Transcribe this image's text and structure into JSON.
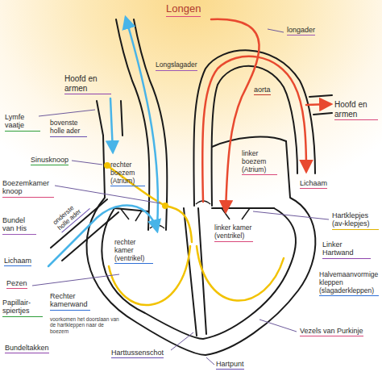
{
  "diagram": {
    "labels": [
      "Longen",
      "longader",
      "Longslagader",
      "Hoofd en armen",
      "aorta",
      "Hoofd en armen",
      "Lymfe vaatje",
      "bovenste holle ader",
      "Sinusknoop",
      "rechter boezem (Atrium)",
      "linker boezem (Atrium)",
      "Lichaam",
      "Boezemkamer knoop",
      "onderste holle ader",
      "Hartklepjes (av-klepjes)",
      "Bundel van His",
      "rechter kamer (ventrikel)",
      "linker kamer (ventrikel)",
      "Linker Hartwand",
      "Lichaam",
      "Pezen",
      "Halvemaanvormige kleppen (slagaderkleppen)",
      "Papillair-spiertjes",
      "Rechter kamerwand",
      "voorkomen het doorslaan van de hartkleppen naar de boezem",
      "Vezels van Purkinje",
      "Bundeltakken",
      "Harttussenschot",
      "Hartpunt"
    ]
  }
}
